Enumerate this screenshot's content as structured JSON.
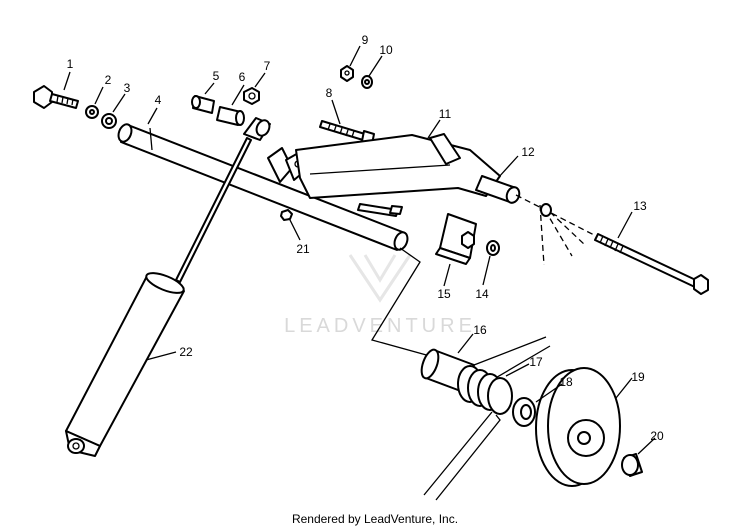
{
  "callouts": [
    {
      "id": "1",
      "text": "1"
    },
    {
      "id": "2",
      "text": "2"
    },
    {
      "id": "3",
      "text": "3"
    },
    {
      "id": "4",
      "text": "4"
    },
    {
      "id": "5",
      "text": "5"
    },
    {
      "id": "6",
      "text": "6"
    },
    {
      "id": "7",
      "text": "7"
    },
    {
      "id": "8",
      "text": "8"
    },
    {
      "id": "9",
      "text": "9"
    },
    {
      "id": "10",
      "text": "10"
    },
    {
      "id": "11",
      "text": "11"
    },
    {
      "id": "12",
      "text": "12"
    },
    {
      "id": "13",
      "text": "13"
    },
    {
      "id": "14",
      "text": "14"
    },
    {
      "id": "15",
      "text": "15"
    },
    {
      "id": "16",
      "text": "16"
    },
    {
      "id": "17",
      "text": "17"
    },
    {
      "id": "18",
      "text": "18"
    },
    {
      "id": "19",
      "text": "19"
    },
    {
      "id": "20",
      "text": "20"
    },
    {
      "id": "21",
      "text": "21"
    },
    {
      "id": "22",
      "text": "22"
    }
  ],
  "watermark": "LEADVENTURE",
  "footer": "Rendered by LeadVenture, Inc.",
  "colors": {
    "line": "#000000",
    "watermark": "#d9d9d9",
    "background": "#ffffff"
  }
}
